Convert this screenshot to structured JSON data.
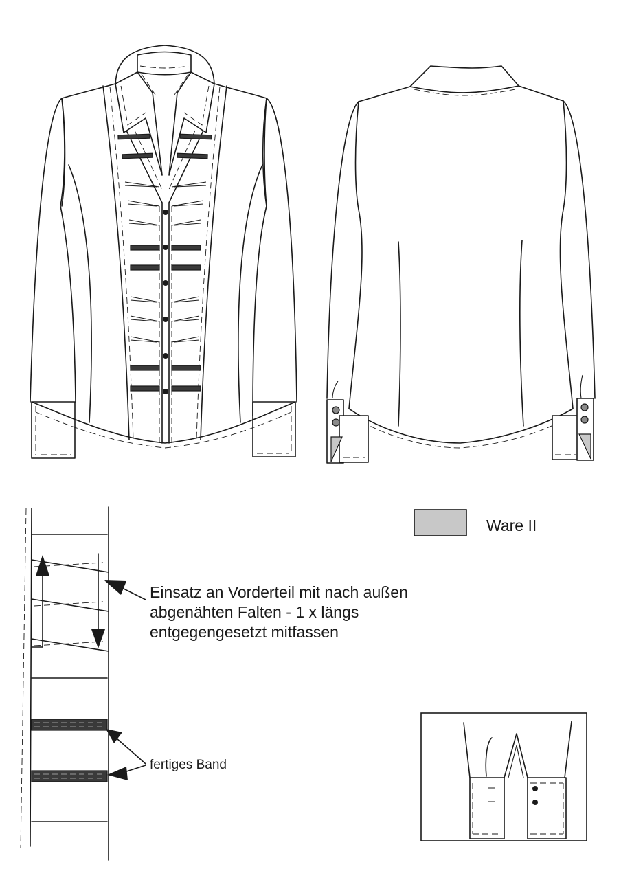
{
  "legend": {
    "swatch_color": "#c8c8c8",
    "label": "Ware II"
  },
  "annotations": {
    "pleats_lines": [
      "Einsatz an Vorderteil mit nach außen",
      "abgenähten Falten - 1 x längs",
      "entgegengesetzt mitfassen"
    ],
    "band_label": "fertiges Band"
  },
  "colors": {
    "line": "#1a1a1a",
    "band": "#3a3a3a",
    "contrast_fabric": "#c8c8c8",
    "background": "#ffffff"
  }
}
